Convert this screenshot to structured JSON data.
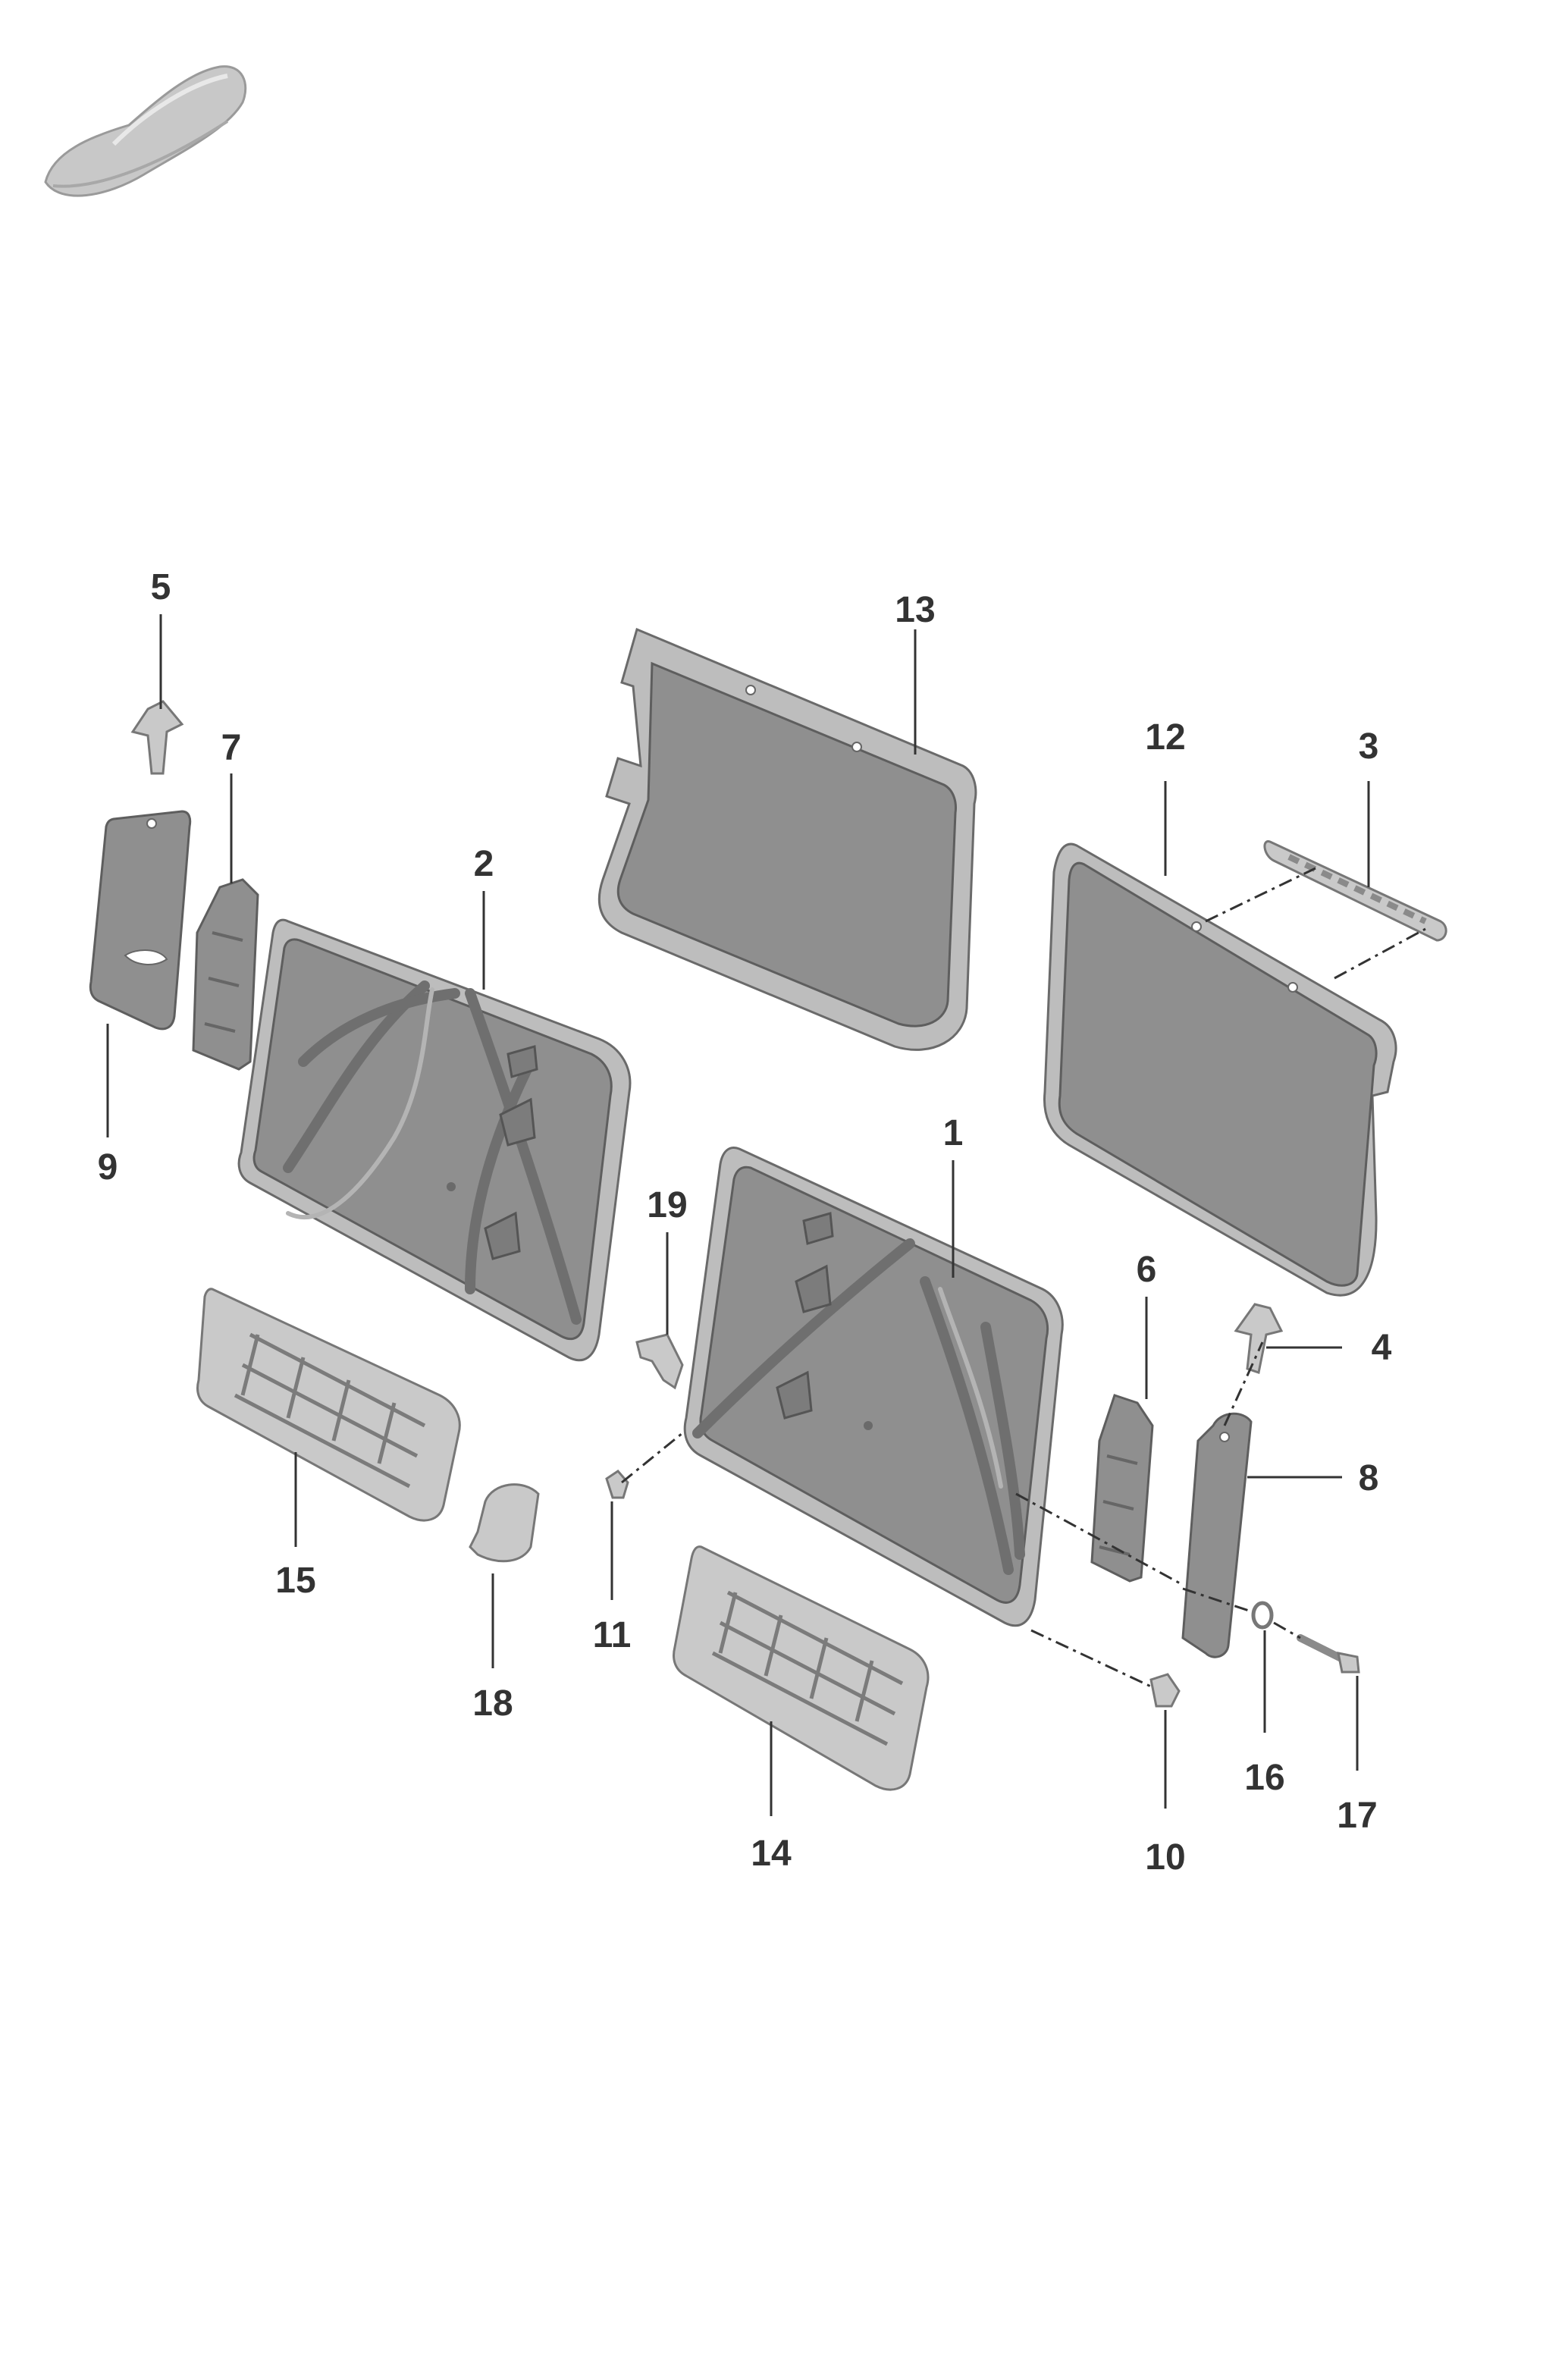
{
  "callouts": {
    "c1": "1",
    "c2": "2",
    "c3": "3",
    "c4": "4",
    "c5": "5",
    "c6": "6",
    "c7": "7",
    "c8": "8",
    "c9": "9",
    "c10": "10",
    "c11": "11",
    "c12": "12",
    "c13": "13",
    "c14": "14",
    "c15": "15",
    "c16": "16",
    "c17": "17",
    "c18": "18",
    "c19": "19"
  },
  "colors": {
    "part": "#8f8f8f",
    "rim": "#bdbdbd",
    "text": "#333333"
  },
  "icons": {
    "vehicle": "car-thumbnail-icon"
  }
}
